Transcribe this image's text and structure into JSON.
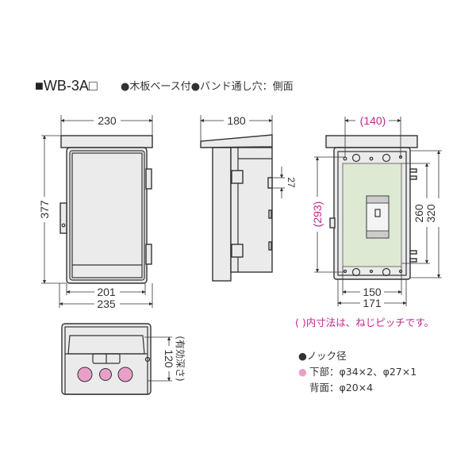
{
  "title": {
    "model": "■WB-3A□",
    "features": "●木板ベース付●バンド通し穴：側面"
  },
  "front_view": {
    "width_top": "230",
    "height": "377",
    "inner_width": "201",
    "outer_width": "235"
  },
  "side_view": {
    "depth": "180",
    "band_hole": "27"
  },
  "interior_view": {
    "pitch_width": "(140)",
    "pitch_height": "(293)",
    "panel_height": "260",
    "body_height": "320",
    "panel_width": "150",
    "body_width": "171"
  },
  "bottom_view": {
    "depth": "120",
    "depth_label": "(有効深さ)"
  },
  "notes": {
    "pitch_note": "( )内寸法は、ねじピッチです。",
    "knock_title": "●ノック径",
    "bottom_bullet": "●",
    "bottom": "下部：φ34×2、φ27×1",
    "back": "背面：φ20×4"
  },
  "colors": {
    "accent": "#c2278b",
    "panel": "#dde9d3",
    "knock": "#e9a0c8"
  }
}
